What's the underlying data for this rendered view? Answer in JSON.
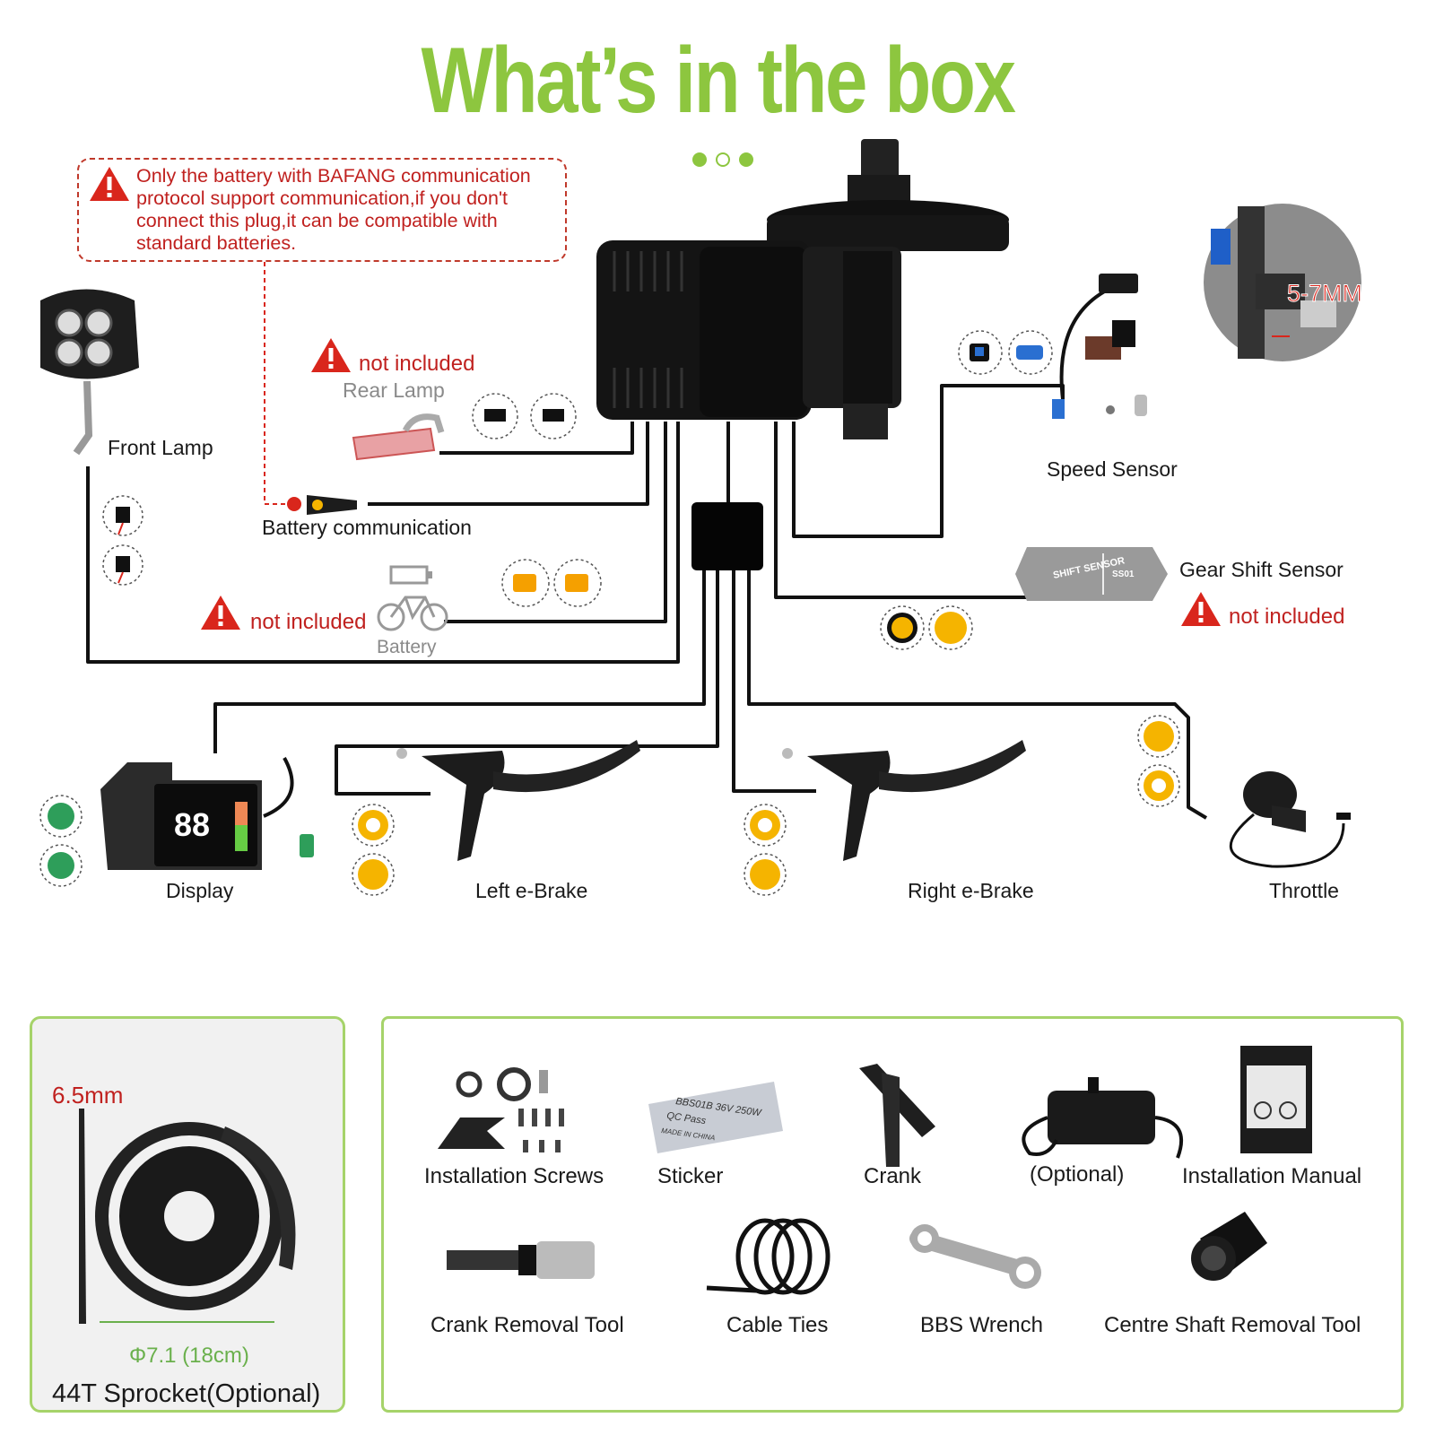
{
  "page": {
    "title": "What’s in the box"
  },
  "notice": {
    "text": "Only the battery with BAFANG communication protocol support communication,if you don't connect this plug,it can be compatible with standard batteries."
  },
  "components": {
    "front_lamp": "Front Lamp",
    "rear_lamp_status": "not included",
    "rear_lamp": "Rear Lamp",
    "battery_communication": "Battery communication",
    "battery_status": "not included",
    "battery": "Battery",
    "speed_sensor": "Speed Sensor",
    "speed_sensor_gap": "5-7MM",
    "gear_shift_sensor": "Gear Shift Sensor",
    "gear_shift_status": "not included",
    "gear_shift_label_1": "SHIFT SENSOR",
    "gear_shift_label_2": "SS01",
    "display": "Display",
    "display_screen": "88",
    "left_brake": "Left e-Brake",
    "right_brake": "Right e-Brake",
    "throttle": "Throttle"
  },
  "sprocket_panel": {
    "thickness": "6.5mm",
    "diameter": "Φ7.1 (18cm)",
    "label": "44T Sprocket(Optional)"
  },
  "accessories": {
    "items": [
      {
        "label": "Installation Screws",
        "icon": "screws-icon"
      },
      {
        "label": "Sticker",
        "icon": "sticker-icon"
      },
      {
        "label": "Crank",
        "icon": "crank-icon"
      },
      {
        "label": "(Optional)",
        "icon": "charger-icon"
      },
      {
        "label": "Installation Manual",
        "icon": "manual-icon"
      },
      {
        "label": "Crank Removal Tool",
        "icon": "crank-removal-tool-icon"
      },
      {
        "label": "Cable Ties",
        "icon": "cable-ties-icon"
      },
      {
        "label": "BBS Wrench",
        "icon": "wrench-icon"
      },
      {
        "label": "Centre Shaft Removal Tool",
        "icon": "shaft-tool-icon"
      }
    ],
    "sticker_text_1": "BBS01B 36V 250W",
    "sticker_text_2": "QC Pass",
    "sticker_text_3": "MADE IN CHINA"
  },
  "colors": {
    "accent_green": "#8dc63f",
    "warning_red": "#c0211f",
    "connector_yellow": "#f5b400"
  }
}
